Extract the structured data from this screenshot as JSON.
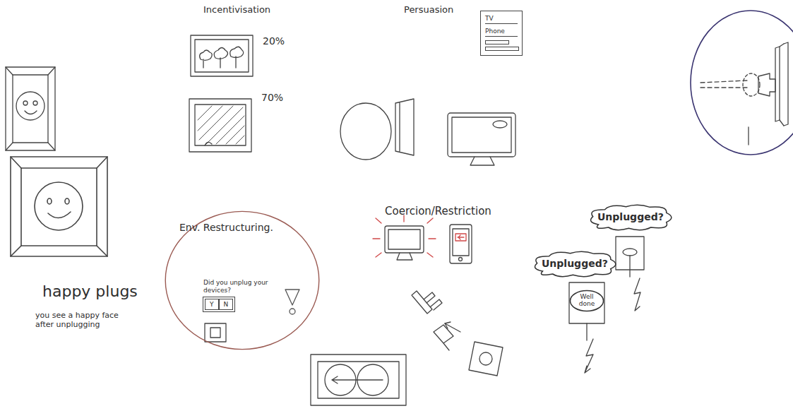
{
  "diagram": {
    "nodes": [
      {
        "text": [
          "TV",
          "Phone"
        ]
      },
      {
        "text": [
          "Env. Restructuring."
        ]
      },
      {
        "text": [
          "Did you unplug your devices?",
          "Y",
          "N"
        ],
        "in": 1
      },
      {
        "text": [
          "Unplugged?"
        ]
      },
      {
        "text": [
          "Unplugged?"
        ]
      },
      {
        "text": [
          "Well done"
        ]
      }
    ],
    "labels": [
      "Incentivisation",
      "20%",
      "70%",
      "Persuasion",
      "happy plugs",
      "you see a happy face after unplugging",
      "Coercion/Restriction"
    ]
  }
}
